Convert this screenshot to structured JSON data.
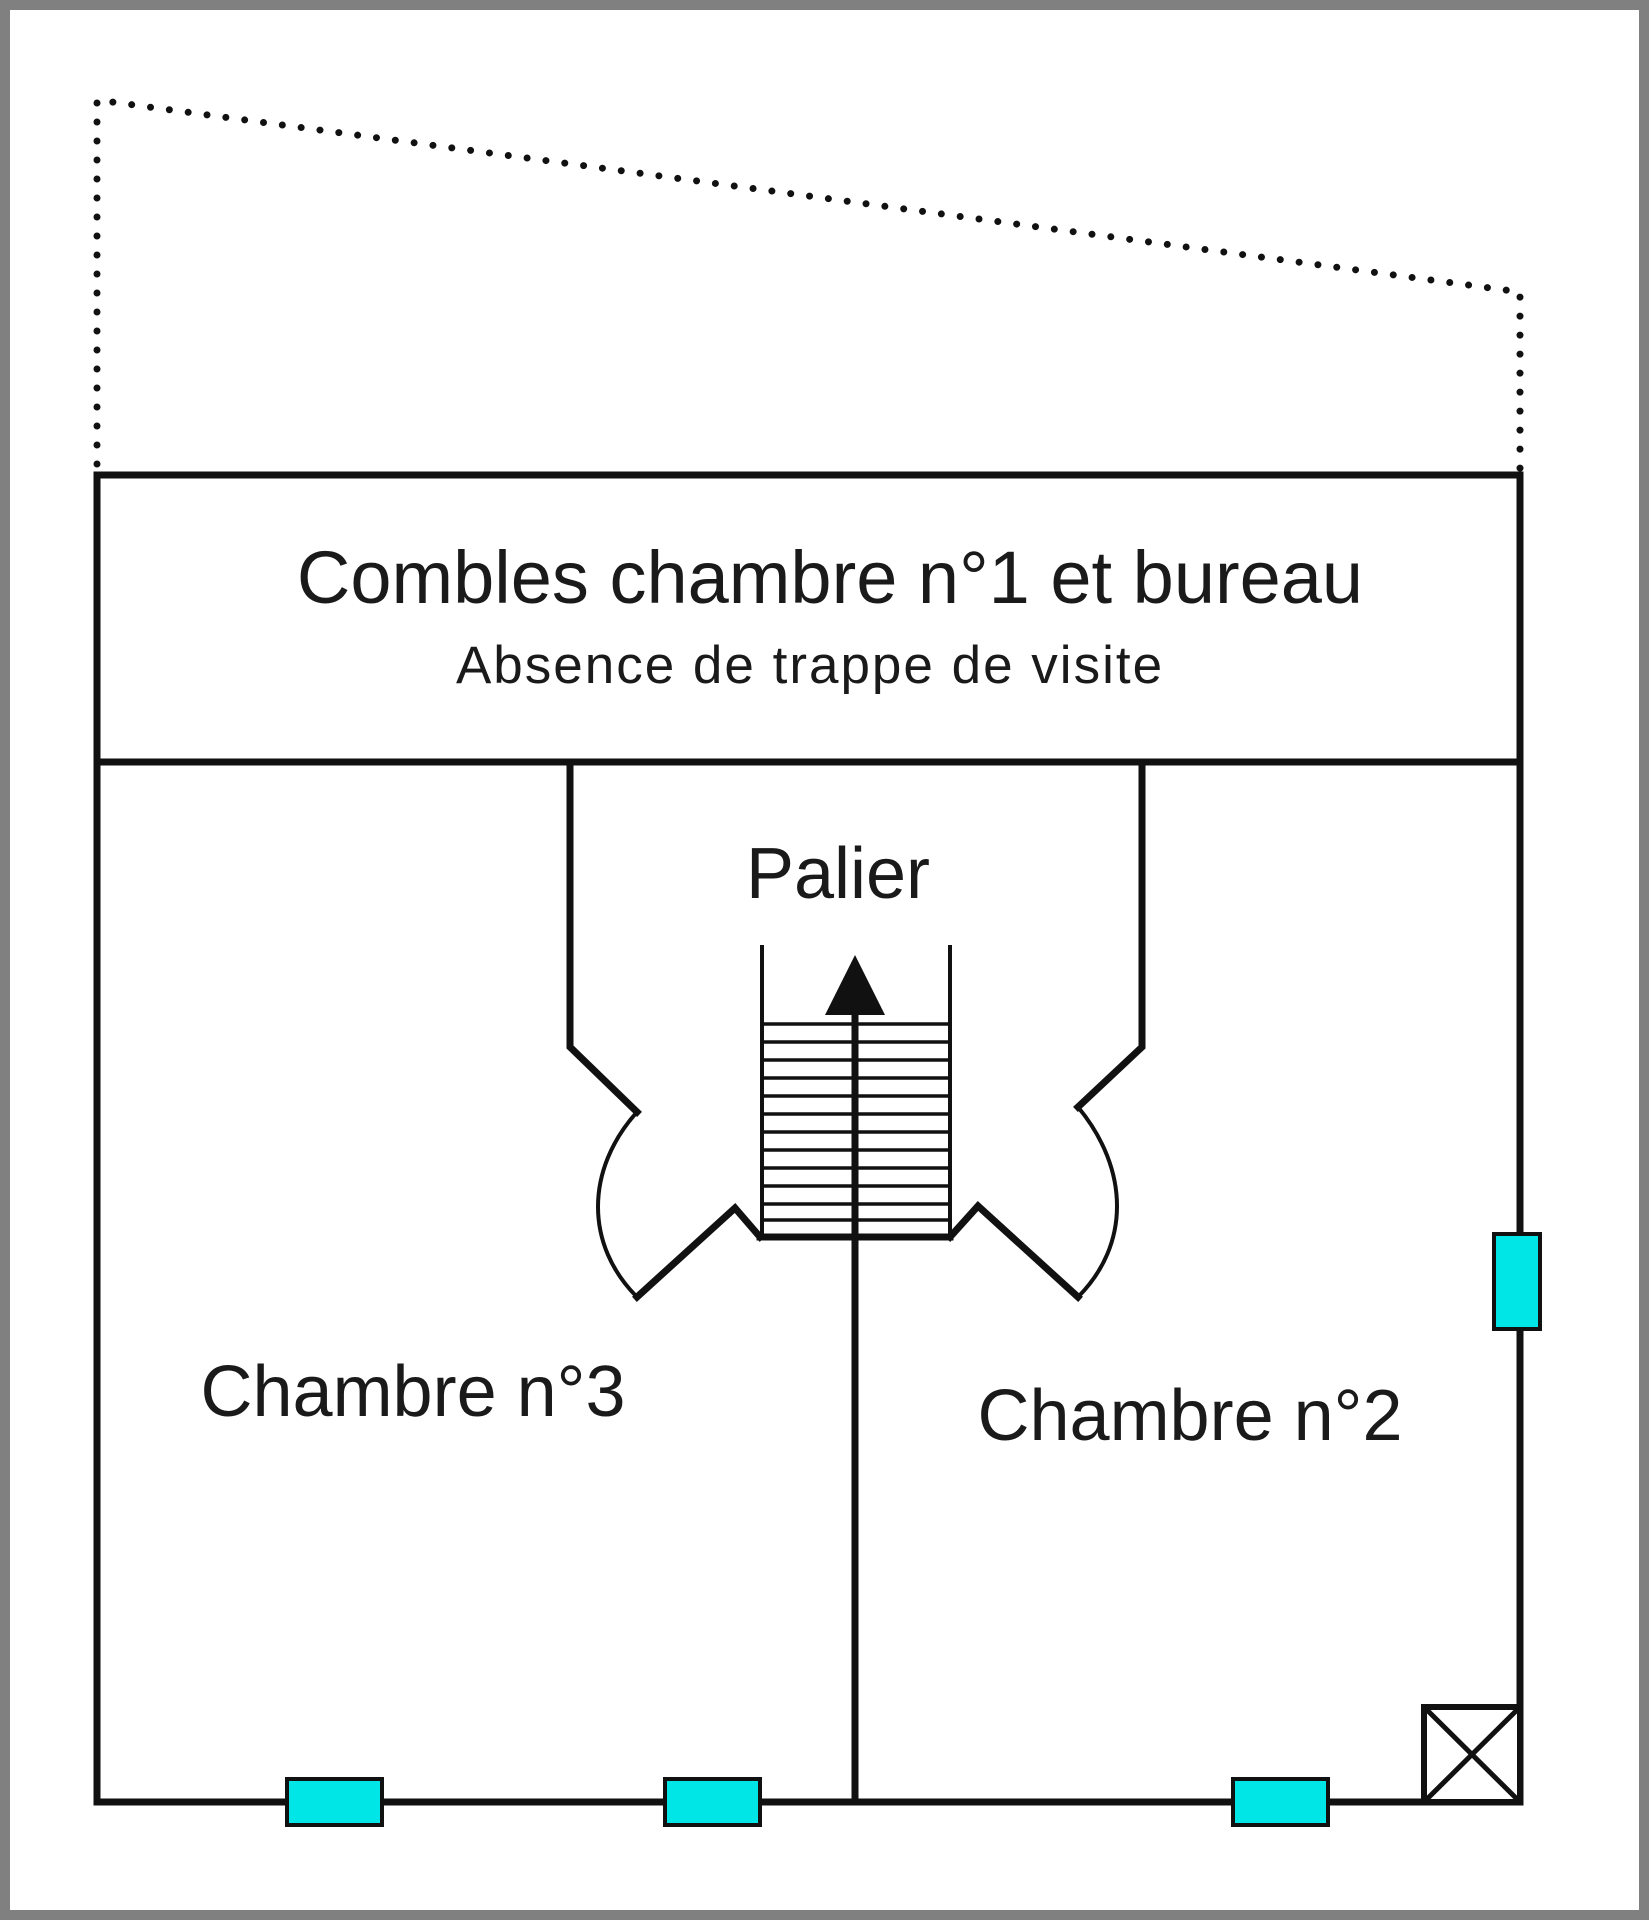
{
  "rooms": {
    "attic": {
      "title": "Combles chambre n°1 et bureau",
      "note": "Absence de trappe de visite"
    },
    "landing": {
      "label": "Palier"
    },
    "bedroom3": {
      "label": "Chambre n°3"
    },
    "bedroom2": {
      "label": "Chambre n°2"
    }
  },
  "colors": {
    "frame": "#808080",
    "wall": "#111111",
    "window_fill": "#00e5e5",
    "background": "#ffffff"
  },
  "symbols": {
    "window": "window-icon",
    "duct": "crossed-box-icon",
    "stair_arrow": "arrow-up-icon",
    "roof_outline": "dotted-roof-outline"
  },
  "counts": {
    "windows": 4
  }
}
